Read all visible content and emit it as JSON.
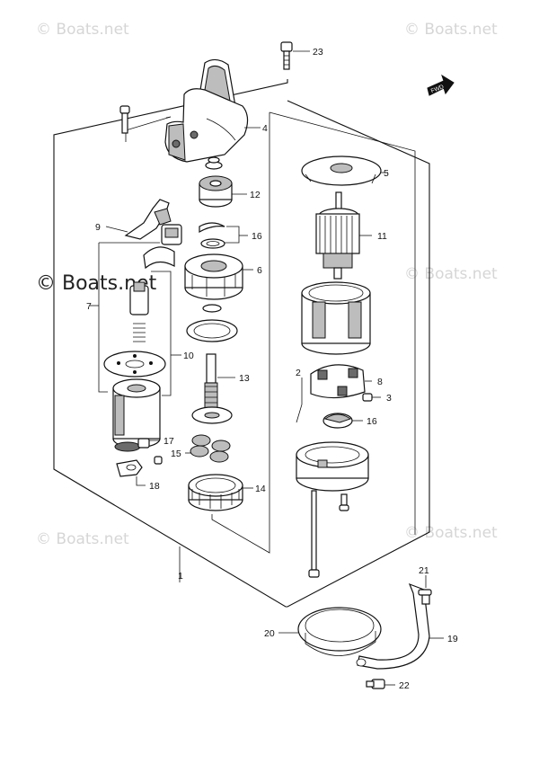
{
  "watermarks": {
    "top_left": "© Boats.net",
    "top_right": "© Boats.net",
    "mid_left": "© Boats.net",
    "mid_right": "© Boats.net",
    "bottom_left": "© Boats.net",
    "bottom_right": "© Boats.net"
  },
  "fwd_label": "FWD",
  "callouts": {
    "c1": "1",
    "c2": "2",
    "c3": "3",
    "c4": "4",
    "c5": "5",
    "c6": "6",
    "c7": "7",
    "c8": "8",
    "c9": "9",
    "c10": "10",
    "c11": "11",
    "c12": "12",
    "c13": "13",
    "c14": "14",
    "c15": "15",
    "c16a": "16",
    "c16b": "16",
    "c17": "17",
    "c18": "18",
    "c19": "19",
    "c20": "20",
    "c21": "21",
    "c22": "22",
    "c23": "23"
  }
}
